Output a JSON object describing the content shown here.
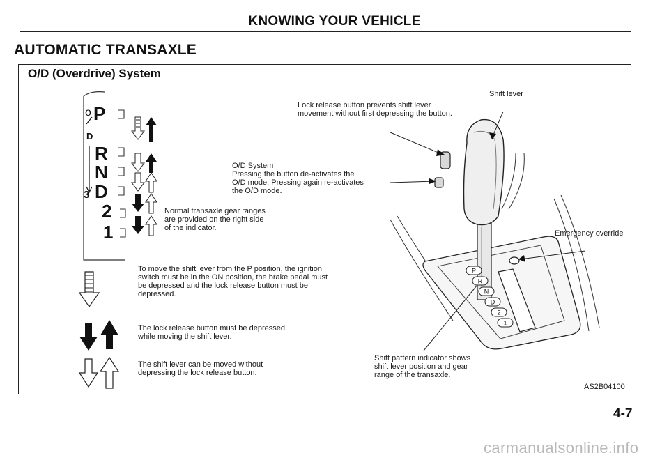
{
  "page": {
    "header": "KNOWING YOUR VEHICLE",
    "section_title": "AUTOMATIC TRANSAXLE",
    "subsection_title": "O/D (Overdrive) System",
    "page_number": "4-7",
    "figure_code": "AS2B04100",
    "watermark": "carmanualsonline.info"
  },
  "indicator": {
    "letters": [
      "P",
      "R",
      "N",
      "D",
      "2",
      "1"
    ],
    "o_label": "o",
    "d_label": "D",
    "three_label": "3"
  },
  "notes": {
    "lock_release": [
      "Lock release button prevents shift lever",
      "movement without first depressing the button."
    ],
    "shift_lever": "Shift lever",
    "od_system": [
      "O/D System",
      "Pressing the button de-activates the",
      "O/D mode. Pressing again re-activates",
      "the O/D mode."
    ],
    "normal_ranges": [
      "Normal transaxle gear ranges",
      "are provided on the right side",
      "of the indicator."
    ],
    "emergency_override": "Emergency override",
    "ignition_note": [
      "To move the shift lever from the P position, the ignition",
      "switch must be in the ON position, the brake pedal must",
      "be depressed and the lock release button must be",
      "depressed."
    ],
    "lock_must": [
      "The lock release button must be depressed",
      "while moving the shift lever."
    ],
    "without_depress": [
      "The shift lever can be moved without",
      "depressing the lock release button."
    ],
    "shift_pattern": [
      "Shift pattern indicator shows",
      "shift lever position and gear",
      "range of the transaxle."
    ]
  },
  "console_slots": [
    "P",
    "R",
    "N",
    "D",
    "2",
    "1"
  ]
}
